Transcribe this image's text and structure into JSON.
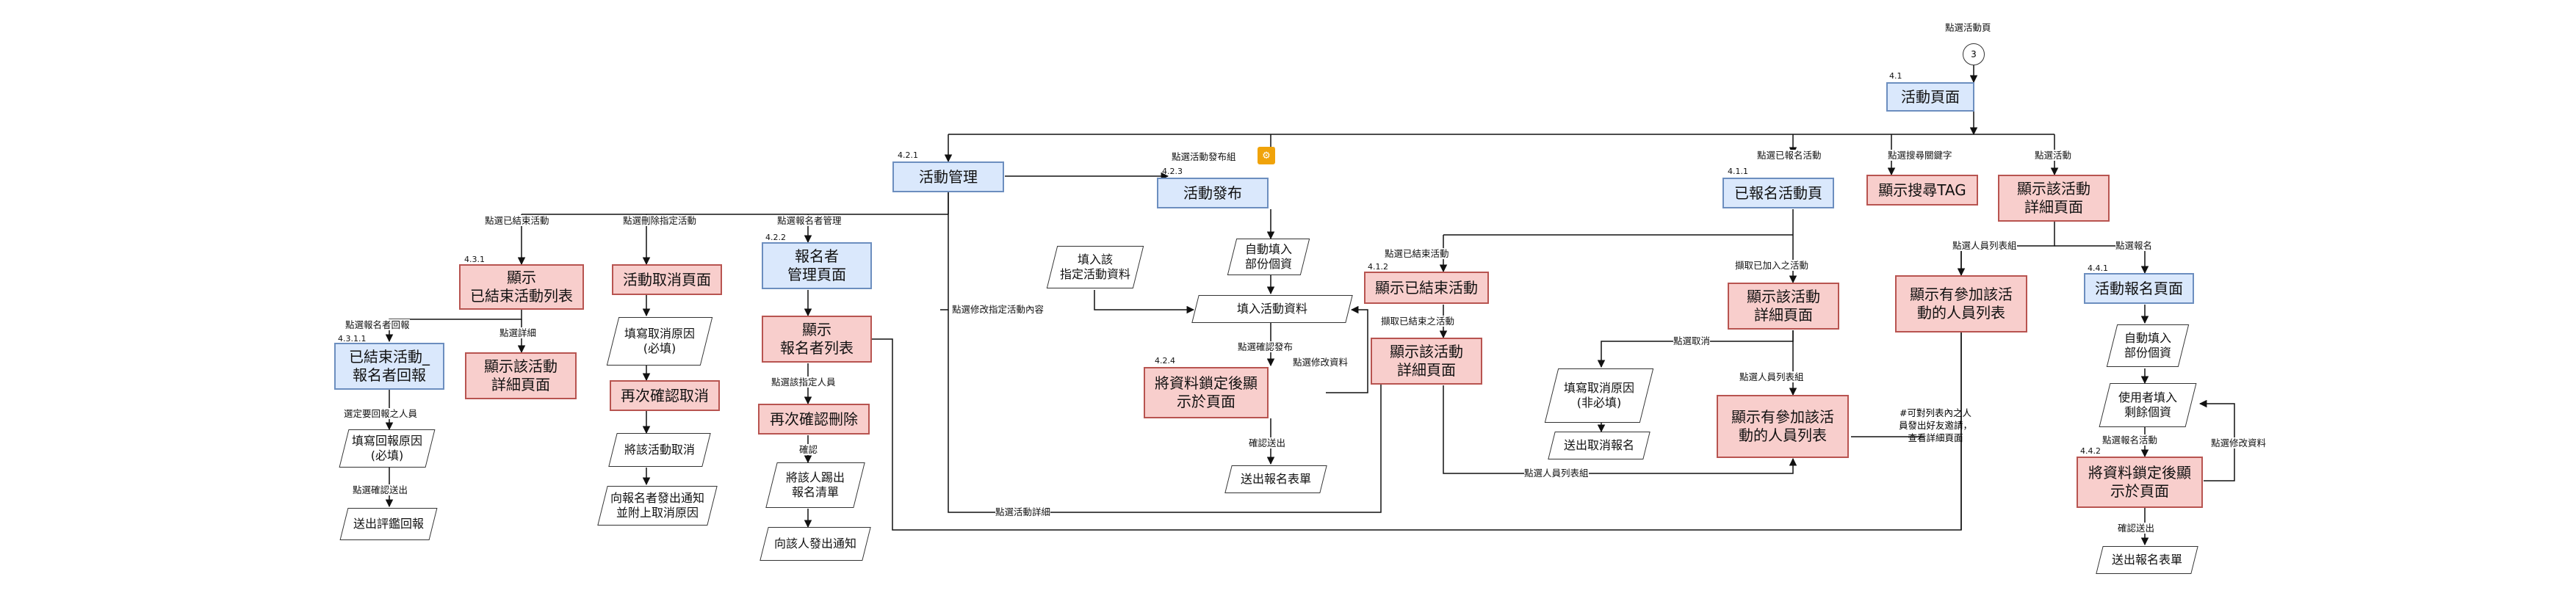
{
  "entry": {
    "label": "點選活動頁",
    "connector": "3"
  },
  "nodes": {
    "activity_page": "活動頁面",
    "activity_mgmt": "活動管理",
    "activity_publish": "活動發布",
    "registered_page": "已報名活動頁",
    "search_tag": "顯示搜尋TAG",
    "activity_detail_top": "顯示該活動\n詳細頁面",
    "ended_list": "顯示\n已結束活動列表",
    "cancel_page": "活動取消頁面",
    "registrant_mgmt": "報名者\n管理頁面",
    "ended_reply": "已結束活動_\n報名者回報",
    "ended_detail": "顯示該活動\n詳細頁面",
    "reason_required": "填寫取消原因\n(必填)",
    "confirm_cancel": "再次確認取消",
    "cancel_activity": "將該活動取消",
    "notify_registrants": "向報名者發出通知\n並附上取消原因",
    "registrant_list": "顯示\n報名者列表",
    "confirm_delete": "再次確認刪除",
    "remove_person": "將該人踢出\n報名清單",
    "notify_person": "向該人發出通知",
    "reply_reason": "填寫回報原因\n(必填)",
    "send_review": "送出評鑑回報",
    "fill_designated": "填入該\n指定活動資料",
    "auto_fill": "自動填入\n部份個資",
    "fill_activity": "填入活動資料",
    "lock_publish": "將資料鎖定後顯\n示於頁面",
    "send_form_publish": "送出報名表單",
    "show_ended": "顯示已結束活動",
    "ended_detail2": "顯示該活動\n詳細頁面",
    "joined_detail": "顯示該活動\n詳細頁面",
    "cancel_reason_opt": "填寫取消原因\n(非必填)",
    "send_cancel": "送出取消報名",
    "participants_mid": "顯示有參加該活\n動的人員列表",
    "participants_right": "顯示有參加該活\n動的人員列表",
    "signup_page": "活動報名頁面",
    "auto_fill2": "自動填入\n部份個資",
    "user_fill": "使用者填入\n剩餘個資",
    "lock_signup": "將資料鎖定後顯\n示於頁面",
    "send_form_signup": "送出報名表單"
  },
  "numbers": {
    "n41": "4.1",
    "n421": "4.2.1",
    "n423": "4.2.3",
    "n411": "4.1.1",
    "n431": "4.3.1",
    "n422": "4.2.2",
    "n4311": "4.3.1.1",
    "n424": "4.2.4",
    "n412": "4.1.2",
    "n441": "4.4.1",
    "n442": "4.4.2"
  },
  "edges": {
    "click_ended": "點選已結束活動",
    "click_delete": "點選刪除指定活動",
    "click_registrant_mgmt": "點選報名者管理",
    "click_publish_group": "點選活動發布組",
    "click_registered": "點選已報名活動",
    "click_search_key": "點選搜尋關鍵字",
    "click_activity": "點選活動",
    "click_reply": "點選報名者回報",
    "click_detail": "點選詳細",
    "choose_reply_person": "選定要回報之人員",
    "click_confirm_send": "點選確認送出",
    "click_edit_designated": "點選修改指定活動內容",
    "click_confirm_publish": "點選確認發布",
    "click_edit_data": "點選修改資料",
    "confirm_send": "確認送出",
    "click_ended2": "點選已結束活動",
    "pick_ended": "擷取已結束之活動",
    "pick_joined": "擷取已加入之活動",
    "click_cancel": "點選取消",
    "click_person_list": "點選人員列表組",
    "click_person_list_right": "點選人員列表組",
    "click_signup": "點選報名",
    "click_designated_person": "點選該指定人員",
    "confirm": "確認",
    "click_activity_detail": "點選活動詳細",
    "click_person_list_bottom": "點選人員列表組",
    "click_signup_activity": "點選報名活動",
    "click_edit_data2": "點選修改資料",
    "confirm_send2": "確認送出"
  },
  "annotation": "#可對列表內之人\n員發出好友邀請，\n查看詳細頁面",
  "icon_glyph": "⚙"
}
